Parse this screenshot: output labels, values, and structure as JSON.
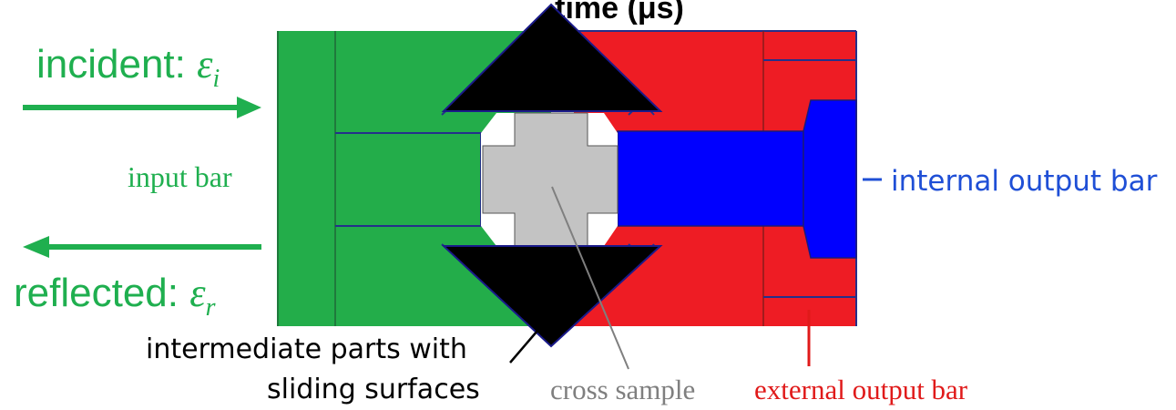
{
  "header": {
    "cut_title": "time (μs)"
  },
  "labels": {
    "incident_text": "incident: ",
    "incident_symbol": "ε",
    "incident_subscript": "i",
    "reflected_text": "reflected: ",
    "reflected_symbol": "ε",
    "reflected_subscript": "r",
    "input_bar": "input bar",
    "internal_output_bar": "internal output bar",
    "intermediate_line1": "intermediate parts with",
    "intermediate_line2": "sliding surfaces",
    "cross_sample": "cross sample",
    "external_output_bar": "external output bar"
  },
  "colors": {
    "green": "#23AD4A",
    "red": "#EE1C24",
    "blue": "#0000FF",
    "black": "#000000",
    "gray": "#C3C3C3",
    "arrow_green": "#1FAF4F",
    "internal_label": "#1F4FD6",
    "external_label": "#E01A1A",
    "gray_label": "#7F7F7F",
    "edge_navy": "#24308A"
  }
}
